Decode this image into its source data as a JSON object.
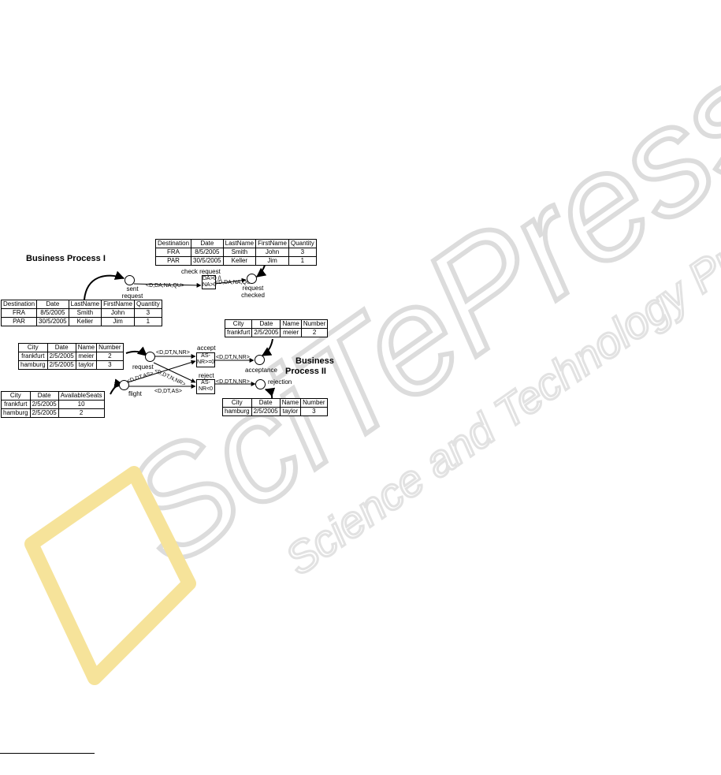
{
  "process_one": {
    "title": "Business Process I",
    "top_table": {
      "headers": [
        "Destination",
        "Date",
        "LastName",
        "FirstName",
        "Quantity"
      ],
      "rows": [
        [
          "FRA",
          "8/5/2005",
          "Smith",
          "John",
          "3"
        ],
        [
          "PAR",
          "30/5/2005",
          "Keller",
          "Jim",
          "1"
        ]
      ]
    },
    "bottom_table": {
      "headers": [
        "Destination",
        "Date",
        "LastName",
        "FirstName",
        "Quantity"
      ],
      "rows": [
        [
          "FRA",
          "8/5/2005",
          "Smith",
          "John",
          "3"
        ],
        [
          "PAR",
          "30/5/2005",
          "Keller",
          "Jim",
          "1"
        ]
      ]
    },
    "place_sent": "sent request",
    "place_checked": "request checked",
    "transition_label": "check request",
    "transition_guard": [
      "DA>0 /\\",
      "NA>0"
    ],
    "arc_in": "<D,DA,NA,QU>",
    "arc_out": "<D,DA,NA,QU>"
  },
  "process_two": {
    "title_line1": "Business",
    "title_line2": "Process II",
    "request_table": {
      "headers": [
        "City",
        "Date",
        "Name",
        "Number"
      ],
      "rows": [
        [
          "frankfurt",
          "2/5/2005",
          "meier",
          "2"
        ],
        [
          "hamburg",
          "2/5/2005",
          "taylor",
          "3"
        ]
      ]
    },
    "flight_table": {
      "headers": [
        "City",
        "Date",
        "AvailableSeats"
      ],
      "rows": [
        [
          "frankfurt",
          "2/5/2005",
          "10"
        ],
        [
          "hamburg",
          "2/5/2005",
          "2"
        ]
      ]
    },
    "acceptance_table": {
      "headers": [
        "City",
        "Date",
        "Name",
        "Number"
      ],
      "rows": [
        [
          "frankfurt",
          "2/5/2005",
          "meier",
          "2"
        ]
      ]
    },
    "rejection_table": {
      "headers": [
        "City",
        "Date",
        "Name",
        "Number"
      ],
      "rows": [
        [
          "hamburg",
          "2/5/2005",
          "taylor",
          "3"
        ]
      ]
    },
    "place_request": "request",
    "place_flight": "flight",
    "place_acceptance": "acceptance",
    "place_rejection": "rejection",
    "transition_accept": "accept",
    "transition_reject": "reject",
    "guard_accept": [
      "AS-",
      "NR>=0"
    ],
    "guard_reject": [
      "AS-",
      "NR<0"
    ],
    "arc_request_accept": "<D,DT,N,NR>",
    "arc_request_reject": "<D,DT,N,NR>",
    "arc_flight_accept": "<D,DT,AS>",
    "arc_flight_reject": "<D,DT,AS>",
    "arc_accept_out": "<D,DT,N,NR>",
    "arc_reject_out": "<D,DT,N,NR>"
  },
  "watermark": {
    "brand": "SciTePress",
    "tagline": "Science and Technology Publications",
    "colors": {
      "gray": "#e6e6e6",
      "yellow": "#f6e39a"
    }
  }
}
